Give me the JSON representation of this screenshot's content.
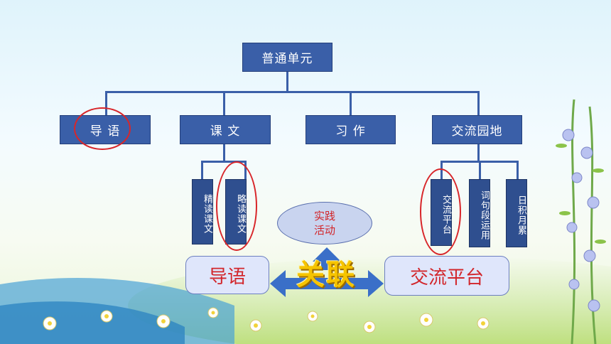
{
  "root": {
    "label": "普通单元"
  },
  "branches": [
    {
      "label": "导 语"
    },
    {
      "label": "课 文"
    },
    {
      "label": "习 作"
    },
    {
      "label": "交流园地"
    }
  ],
  "kewen_children": [
    {
      "label": "精读课文"
    },
    {
      "label": "略读课文"
    }
  ],
  "jiaoliu_children": [
    {
      "label": "交流平台"
    },
    {
      "label": "词句段运用"
    },
    {
      "label": "日积月累"
    }
  ],
  "activity_bubble": {
    "line1": "实践",
    "line2": "活动"
  },
  "relation": {
    "left_label": "导语",
    "center_label": "关联",
    "right_label": "交流平台"
  },
  "colors": {
    "box_blue": "#3a5fa8",
    "highlight_red": "#d8262a",
    "gold": "#f6c400"
  }
}
